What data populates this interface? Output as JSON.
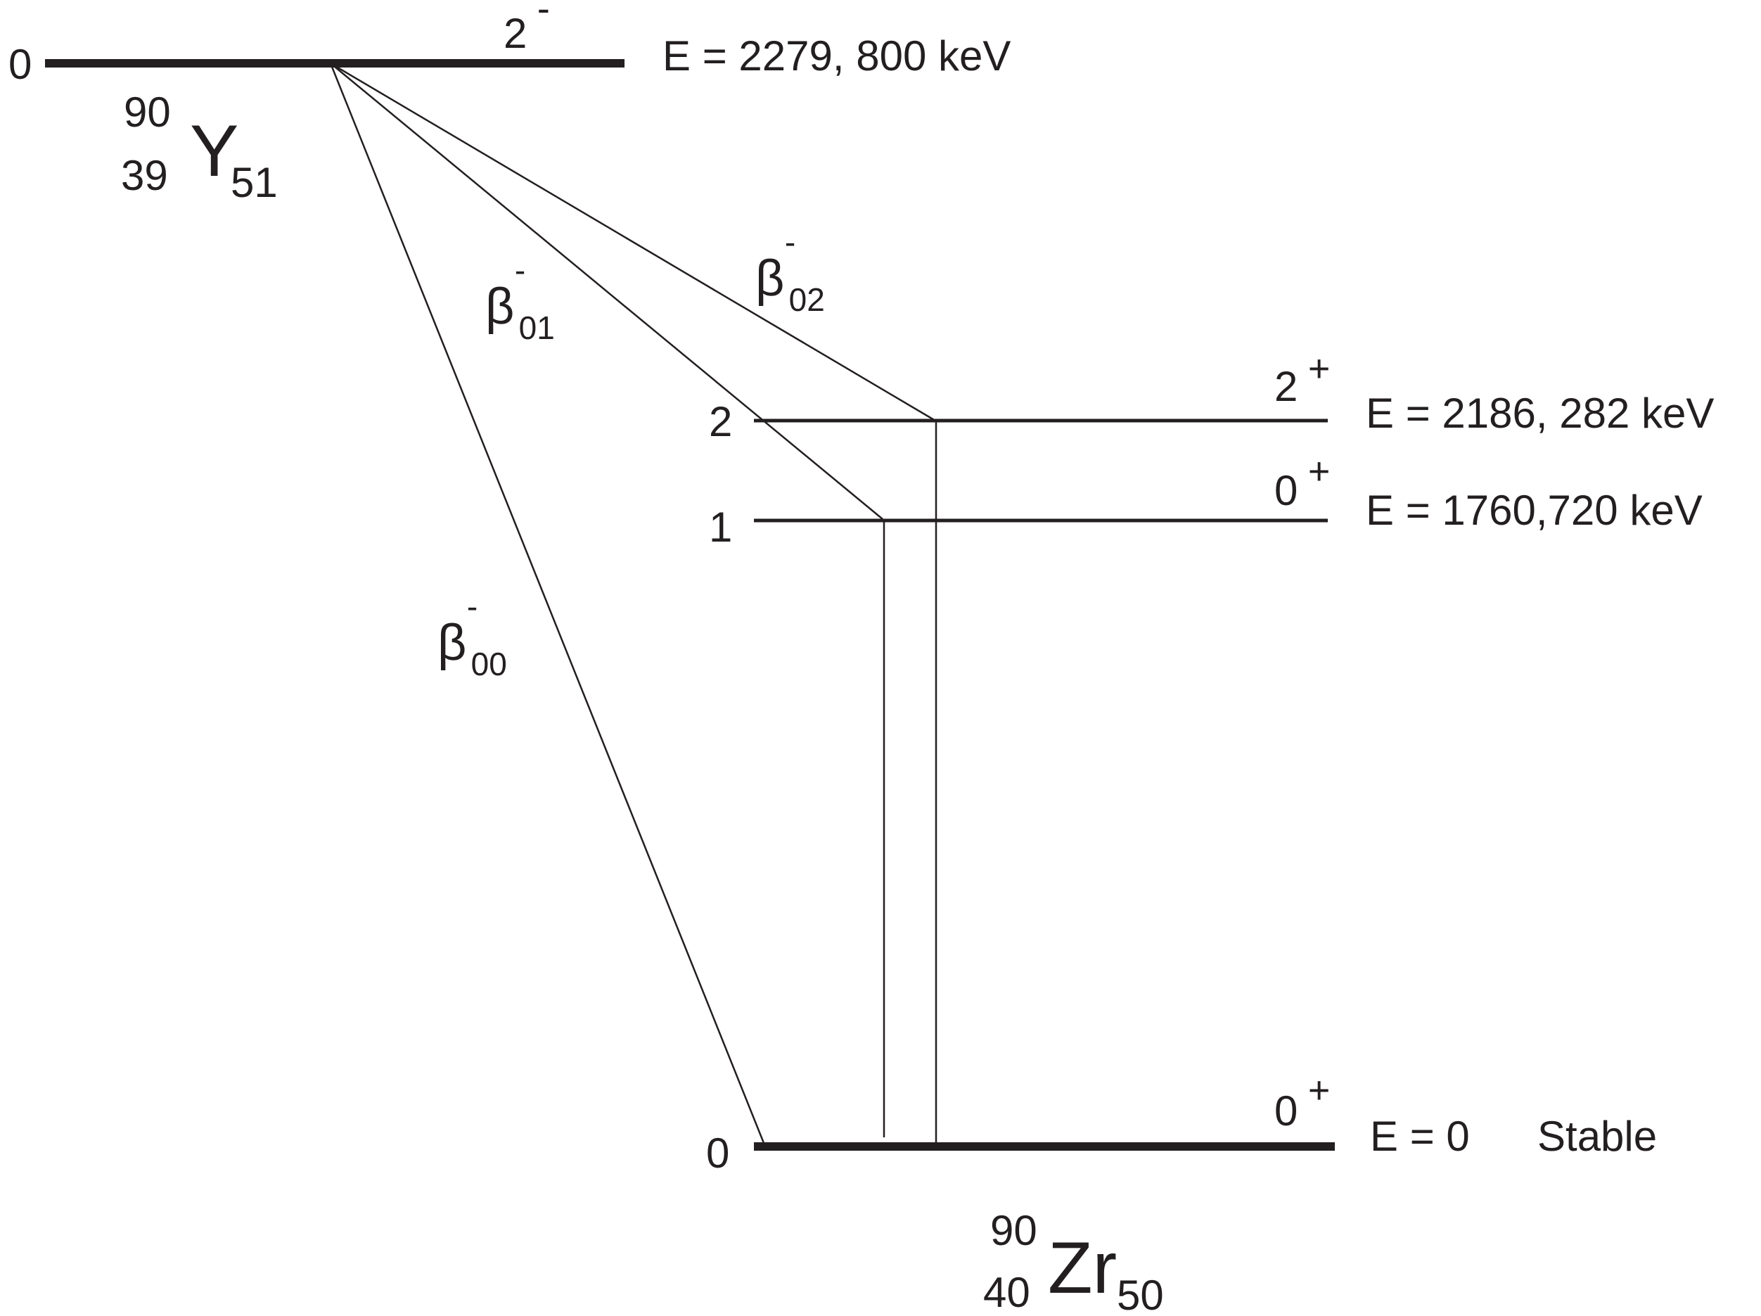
{
  "parent": {
    "level_index": "0",
    "spin_value": "2",
    "spin_parity": "-",
    "energy_label": "E = 2279, 800 keV",
    "nuclide": {
      "mass": "90",
      "atomic": "39",
      "symbol": "Y",
      "neutrons": "51"
    }
  },
  "daughter": {
    "nuclide": {
      "mass": "90",
      "atomic": "40",
      "symbol": "Zr",
      "neutrons": "50"
    },
    "levels": [
      {
        "index": "2",
        "spin_value": "2",
        "spin_parity": "+",
        "energy_label": "E = 2186, 282 keV"
      },
      {
        "index": "1",
        "spin_value": "0",
        "spin_parity": "+",
        "energy_label": "E = 1760,720 keV"
      },
      {
        "index": "0",
        "spin_value": "0",
        "spin_parity": "+",
        "energy_label": "E = 0",
        "status": "Stable"
      }
    ]
  },
  "transitions": [
    {
      "symbol": "β",
      "sup": "-",
      "sub": "00"
    },
    {
      "symbol": "β",
      "sup": "-",
      "sub": "01"
    },
    {
      "symbol": "β",
      "sup": "-",
      "sub": "02"
    }
  ],
  "colors": {
    "ink": "#231f20",
    "background": "#ffffff"
  }
}
